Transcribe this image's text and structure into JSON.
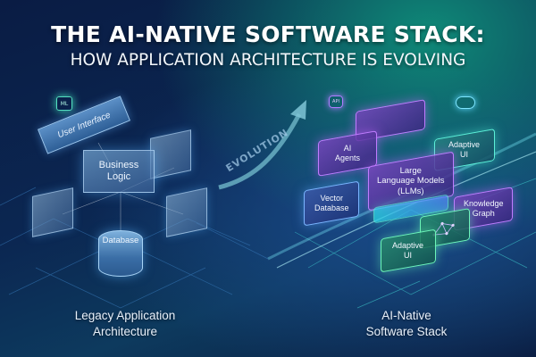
{
  "title": {
    "main": "THE AI-NATIVE SOFTWARE STACK:",
    "sub": "HOW APPLICATION ARCHITECTURE IS EVOLVING"
  },
  "legacy": {
    "caption_line1": "Legacy Application",
    "caption_line2": "Architecture",
    "components": {
      "user_interface": "User Interface",
      "business_logic_line1": "Business",
      "business_logic_line2": "Logic",
      "database": "Database"
    },
    "icon_chip_label": "ML"
  },
  "transition": {
    "label": "EVOLUTION",
    "icon": "arrow-up-right-icon"
  },
  "ai_native": {
    "caption_line1": "AI-Native",
    "caption_line2": "Software Stack",
    "components": {
      "ai_agents_line1": "AI",
      "ai_agents_line2": "Agents",
      "adaptive_ui_top_line1": "Adaptive",
      "adaptive_ui_top_line2": "UI",
      "llm_line1": "Large",
      "llm_line2": "Language Models",
      "llm_line3": "(LLMs)",
      "vector_db_line1": "Vector",
      "vector_db_line2": "Database",
      "knowledge_graph_line1": "Knowledge",
      "knowledge_graph_line2": "Graph",
      "adaptive_ui_bottom_line1": "Adaptive",
      "adaptive_ui_bottom_line2": "UI"
    },
    "icon_chip_label": "API",
    "cloud_icon": "cloud-gear-icon",
    "graph_icon": "network-graph-icon"
  },
  "colors": {
    "background_dark": "#0a1c44",
    "background_teal": "#0f8a78",
    "accent_cyan": "#5cf0d8",
    "accent_purple": "#c07cff",
    "legacy_blue": "#5b8fc6"
  }
}
